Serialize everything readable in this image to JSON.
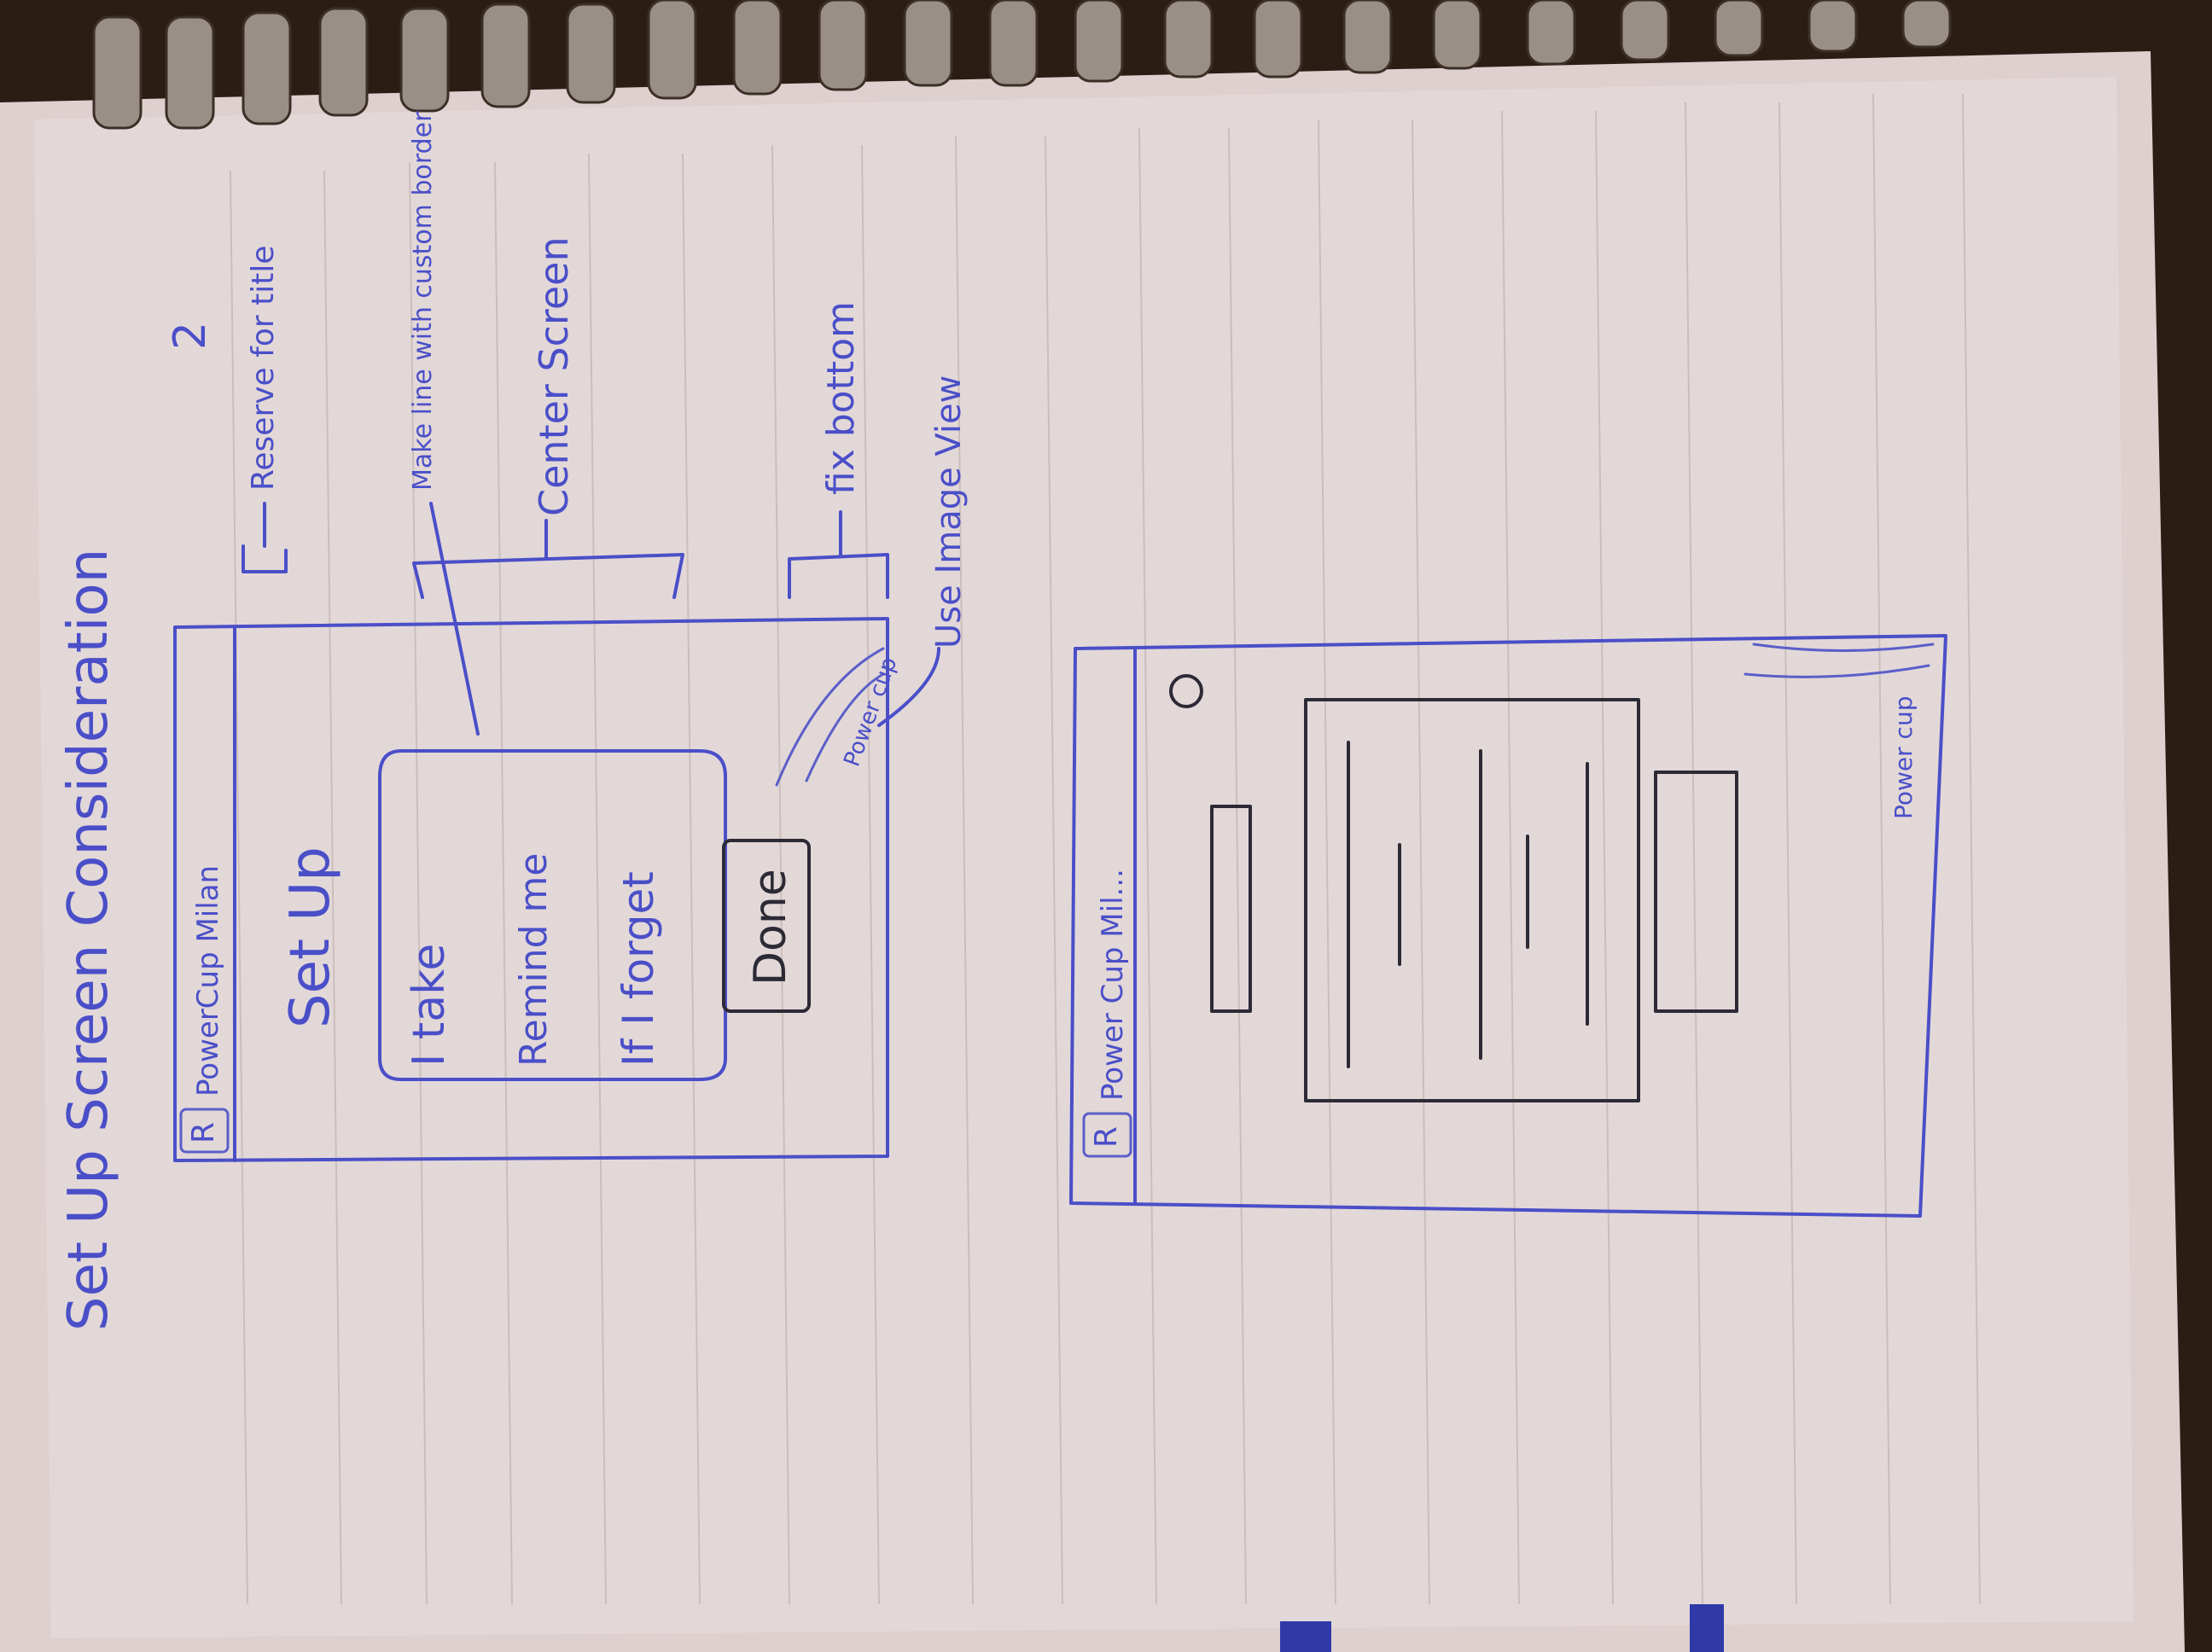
{
  "page_title": "Set Up Screen Consideration",
  "page_number": "2",
  "sketch1": {
    "app_icon": "R",
    "app_name": "PowerCup Milan",
    "heading": "Set Up",
    "options": [
      "I take",
      "Remind me",
      "If I forget"
    ],
    "done_button": "Done",
    "corner_logo": "Power cup"
  },
  "annotations": {
    "reserve": "Reserve for title",
    "line_border": "Make line with custom border",
    "center": "Center Screen",
    "fix_bottom": "fix bottom",
    "image_view": "Use Image View"
  },
  "sketch2": {
    "app_icon": "R",
    "app_name": "Power Cup Mil...",
    "corner_logo": "Power cup"
  },
  "colors": {
    "paper": "#e3d7d6",
    "blue_ink": "#4a4fc8",
    "pencil": "#2c2a35"
  }
}
